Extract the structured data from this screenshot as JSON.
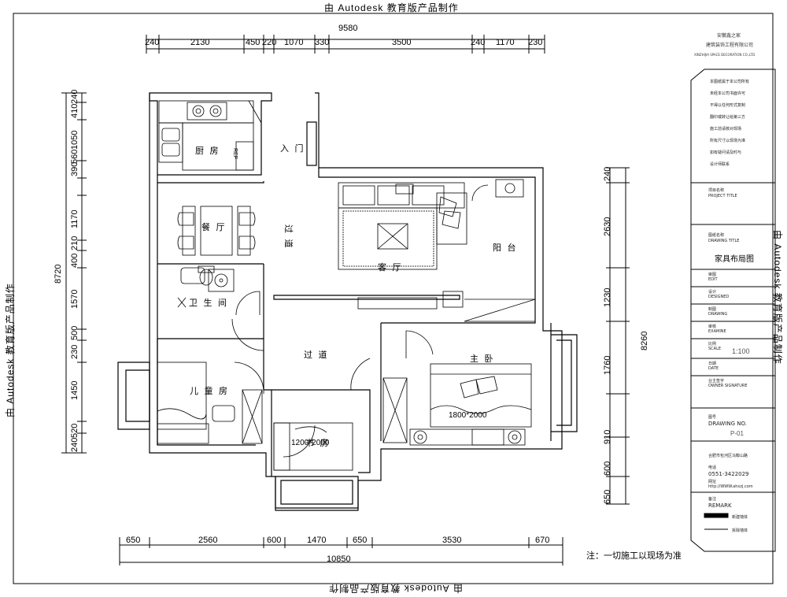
{
  "watermark": "由 Autodesk 教育版产品制作",
  "dims": {
    "top_total": "9580",
    "top_segments": [
      "240",
      "2130",
      "450",
      "220",
      "1070",
      "330",
      "3500",
      "240",
      "1170",
      "230"
    ],
    "bottom_total": "10850",
    "bottom_segments": [
      "650",
      "2560",
      "600",
      "1470",
      "650",
      "3530",
      "670"
    ],
    "left_total": "8720",
    "left_segments": [
      "240",
      "410",
      "1050",
      "390",
      "560",
      "1170",
      "210",
      "400",
      "1570",
      "500",
      "230",
      "1450",
      "240",
      "520"
    ],
    "right_total": "8260",
    "right_segments": [
      "240",
      "2630",
      "1230",
      "1760",
      "910",
      "600",
      "650"
    ]
  },
  "rooms": {
    "kitchen": "厨 房",
    "ref": "REF",
    "entrance": "入 门",
    "dining": "餐 厅",
    "corridor_upper": "过 道",
    "living": "客 厅",
    "balcony": "阳 台",
    "bathroom": "卫 生 间",
    "corridor_lower": "过 道",
    "master_bedroom": "主 卧",
    "master_bed_size": "1800*2000",
    "kids_room": "儿 童 房",
    "study": "书 房",
    "study_bed_size": "1200*2000"
  },
  "note": "注：一切施工以现场为准",
  "title_block": {
    "company_cn": "安徽鑫之家",
    "company_cn2": "建筑装饰工程有限公司",
    "company_en": "XINZHIJIA SPACE DECORATION CO.,LTD",
    "notes": [
      "本图纸属于本公司所有",
      "未经本公司书面许可",
      "不得以任何形式复制",
      "翻印或转让给第三方",
      "施工前请核对现场",
      "所有尺寸以现场为准",
      "如有疑问请及时与",
      "设计师联系"
    ],
    "project_name_label": "项目名称",
    "project_name_en": "PROJECT TITLE",
    "drawing_title_label": "图纸名称",
    "drawing_title_en": "DRAWING TITLE",
    "drawing_title_value": "家具布局图",
    "rows": [
      {
        "cn": "审图",
        "en": "EDIT"
      },
      {
        "cn": "设计",
        "en": "DESIGNED"
      },
      {
        "cn": "制图",
        "en": "DRAWING"
      },
      {
        "cn": "审核",
        "en": "EXAMINE"
      }
    ],
    "scale_label": "比例",
    "scale_en": "SCALE",
    "scale_value": "1:100",
    "date_label": "日期",
    "date_en": "DATE",
    "owner_label": "业主签字",
    "owner_en": "OWNER SIGNATURE",
    "drawing_no_label": "图号",
    "drawing_no_en": "DRAWING NO.",
    "drawing_no_value": "P-01",
    "address": "合肥市包河区马鞍山路",
    "phone_label": "电话",
    "phone": "0551-3422029",
    "web_label": "网址",
    "web": "http://WWW.ahxzj.com",
    "remark_label": "备注",
    "remark_en": "REMARK",
    "legend1": "新建墙体",
    "legend2": "拆除墙体"
  }
}
